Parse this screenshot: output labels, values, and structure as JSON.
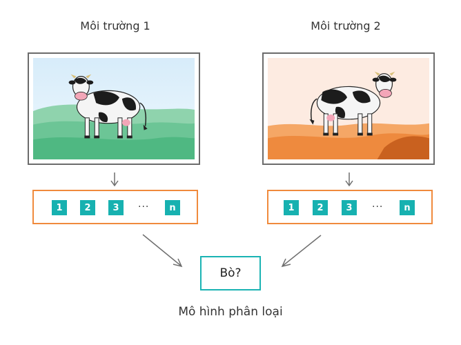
{
  "environments": [
    {
      "title": "Môi trường 1",
      "scene": "cow-in-green-meadow",
      "features": [
        "1",
        "2",
        "3",
        "...",
        "n"
      ]
    },
    {
      "title": "Môi trường 2",
      "scene": "cow-in-orange-desert",
      "features": [
        "1",
        "2",
        "3",
        "...",
        "n"
      ]
    }
  ],
  "output": {
    "label": "Bò?"
  },
  "caption": "Mô hình phân loại",
  "colors": {
    "feature_border": "#f08a3c",
    "chip_fill": "#17b1b0",
    "output_border": "#19b3b3",
    "frame_border": "#6b6b6b",
    "arrow": "#6e6e6e"
  }
}
